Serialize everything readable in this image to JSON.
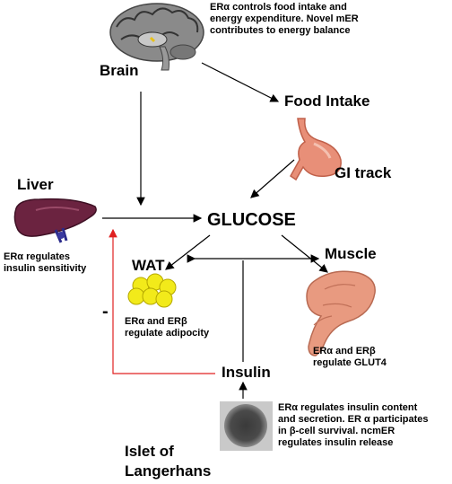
{
  "nodes": {
    "brain": "Brain",
    "food_intake": "Food Intake",
    "gi_track": "GI track",
    "liver": "Liver",
    "glucose": "GLUCOSE",
    "wat": "WAT",
    "muscle": "Muscle",
    "insulin": "Insulin",
    "islet_line1": "Islet of",
    "islet_line2": "Langerhans"
  },
  "notes": {
    "brain": [
      "ERα controls  food intake and",
      "energy expenditure. Novel mER",
      "contributes to energy balance"
    ],
    "liver": [
      "ERα regulates",
      "insulin sensitivity"
    ],
    "wat": [
      "ERα and ERβ",
      "regulate adipocity"
    ],
    "muscle": [
      "ERα and ERβ",
      "regulate GLUT4"
    ],
    "islet": [
      "ERα regulates insulin content",
      "and secretion. ER α participates",
      "in β-cell survival. ncmER",
      "regulates insulin release"
    ]
  },
  "feedback_sign": "-",
  "colors": {
    "arrow": "#000000",
    "feedback": "#e02020",
    "liver": "#6b2340",
    "fat": "#f2ea1a",
    "stomach": "#e88f78",
    "muscle": "#e89a80"
  },
  "icons": [
    "brain-icon",
    "stomach-icon",
    "liver-icon",
    "fat-cells-icon",
    "muscle-icon",
    "islet-icon"
  ]
}
